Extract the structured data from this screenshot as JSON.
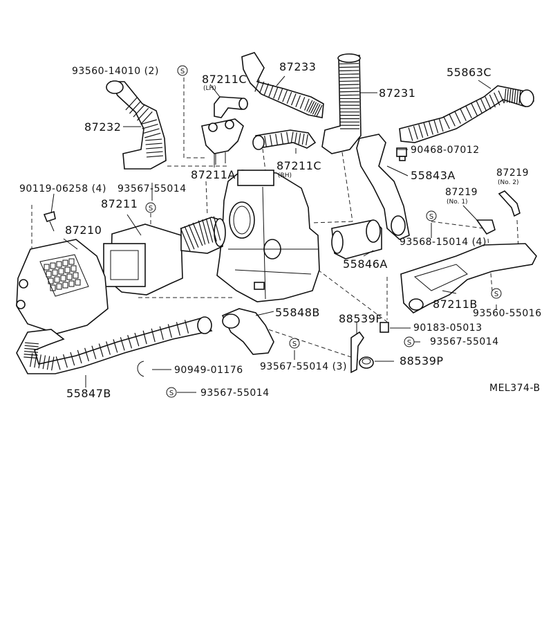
{
  "parts": {
    "p93560_14010": "93560-14010 (2)",
    "p87211C_top": "87211C",
    "p87211C_top_sub": "(LH)",
    "p87233": "87233",
    "p87231": "87231",
    "p55863C": "55863C",
    "p87232": "87232",
    "p90468": "90468-07012",
    "p87211A": "87211A",
    "p87211C_rh": "87211C",
    "p87211C_rh_sub": "(RH)",
    "p55843A": "55843A",
    "p87219_no2": "87219",
    "p87219_no2_sub": "(No. 2)",
    "p87219_no1": "87219",
    "p87219_no1_sub": "(No. 1)",
    "p90119": "90119-06258 (4)",
    "p93567_a": "93567-55014",
    "p87211": "87211",
    "p87210": "87210",
    "p93568": "93568-15014 (4)",
    "p55846A": "55846A",
    "p87211B": "87211B",
    "p93560_55016": "93560-55016",
    "p55848B": "55848B",
    "p88539F": "88539F",
    "p90183": "90183-05013",
    "p93567_b": "93567-55014",
    "p93567_c": "93567-55014 (3)",
    "p88539P": "88539P",
    "p90949": "90949-01176",
    "p55847B": "55847B",
    "p93567_d": "93567-55014"
  },
  "symbols": {
    "s": "S"
  },
  "reference_code": "MEL374-B"
}
